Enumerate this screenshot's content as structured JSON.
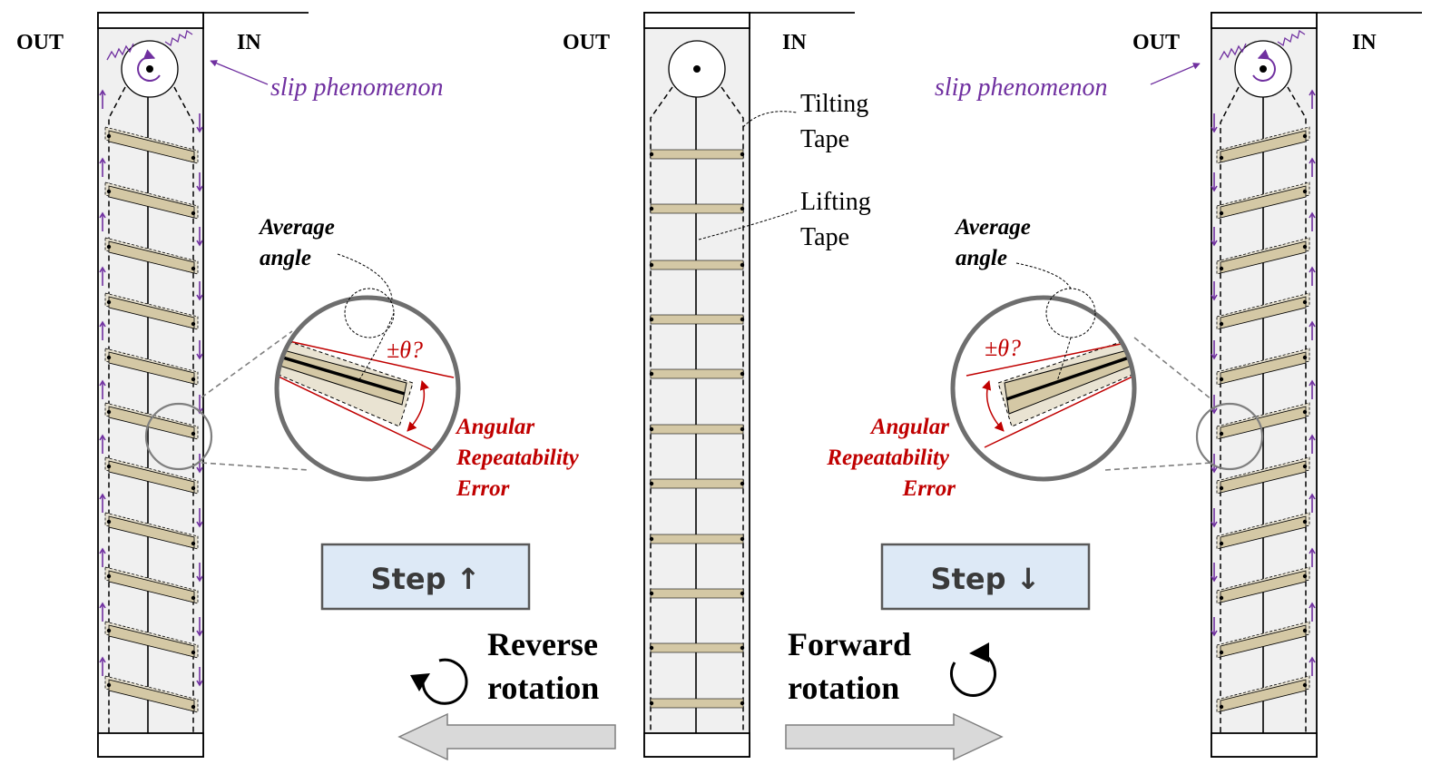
{
  "labels": {
    "out": "OUT",
    "in": "IN",
    "slip": "slip phenomenon",
    "tilting_line1": "Tilting",
    "tilting_line2": "Tape",
    "lifting_line1": "Lifting",
    "lifting_line2": "Tape",
    "avg_line1": "Average",
    "avg_line2": "angle",
    "theta": "±θ?",
    "err_line1": "Angular",
    "err_line2": "Repeatability",
    "err_line3": "Error",
    "step_up": "Step ↑",
    "step_down": "Step ↓",
    "reverse_line1": "Reverse",
    "reverse_line2": "rotation",
    "forward_line1": "Forward",
    "forward_line2": "rotation"
  },
  "colors": {
    "slat": "#d4c8a5",
    "panel": "#f0f0f0",
    "slip": "#7030a0",
    "error": "#c00000",
    "button": "#dde9f6",
    "arrow": "#d9d9d9"
  }
}
